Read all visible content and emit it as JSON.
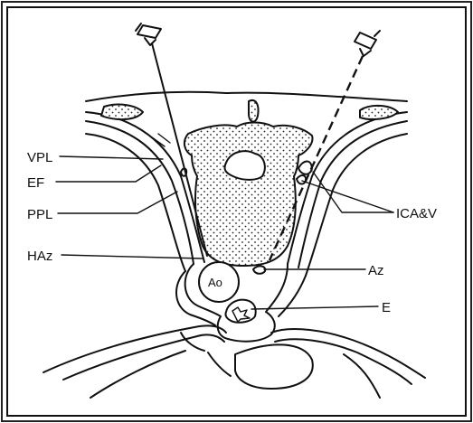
{
  "labels": {
    "vpl": "VPL",
    "ef": "EF",
    "ppl": "PPL",
    "haz": "HAz",
    "ica_v": "ICA&V",
    "az": "Az",
    "e": "E",
    "ao": "Ao"
  }
}
